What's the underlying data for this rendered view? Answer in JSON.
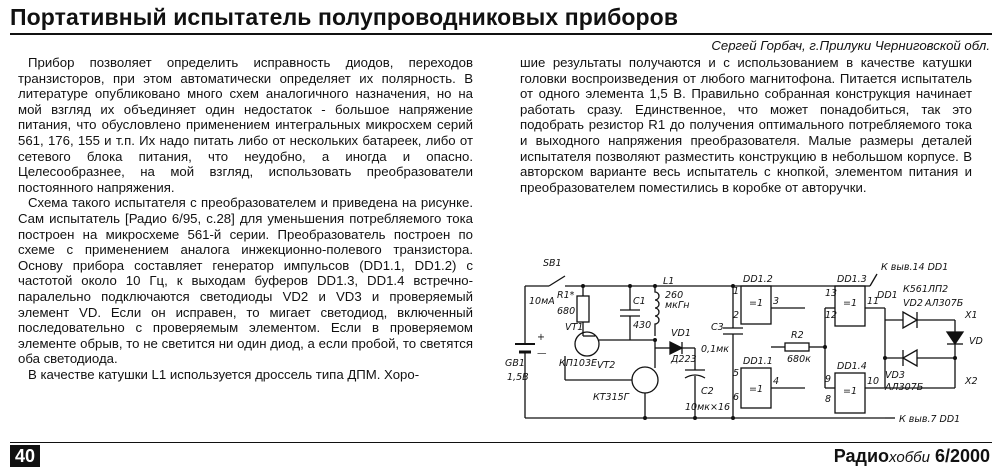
{
  "title": "Портативный испытатель полупроводниковых приборов",
  "author": "Сергей Горбач, г.Прилуки Черниговской обл.",
  "left_column": [
    "Прибор позволяет определить исправность диодов, переходов транзисторов, при этом автоматически определяет их полярность. В литературе опубликовано много схем аналогичного назначения, но на мой взгляд их объединяет один недостаток - большое напряжение питания, что обусловлено применением интегральных микросхем серий 561, 176, 155 и т.п. Их надо питать либо от нескольких батареек, либо от сетевого блока питания, что неудобно, а иногда и опасно. Целесообразнее, на мой взгляд, использовать преобразователи постоянного напряжения.",
    "Схема такого испытателя с преобразователем и приведена на рисунке. Сам испытатель [Радио 6/95, с.28] для уменьшения потребляемого тока построен на микросхеме 561-й серии. Преобразователь построен по схеме с применением аналога инжекционно-полевого транзистора. Основу прибора составляет генератор импульсов (DD1.1, DD1.2) с частотой около 10 Гц, к выходам буферов DD1.3, DD1.4 встречно-паралельно подключаются светодиоды VD2 и VD3 и проверяемый элемент VD. Если он исправен, то мигает светодиод, включенный последовательно с проверяемым элементом. Если в проверяемом элементе обрыв, то не светится ни один диод, а если пробой, то светятся оба светодиода.",
    "В качестве катушки L1 используется дроссель типа ДПМ. Хоро-"
  ],
  "right_column": [
    "шие результаты получаются и с использованием в качестве катушки головки воспроизведения от любого магнитофона. Питается испытатель от одного элемента 1,5 В. Правильно собранная конструкция начинает работать сразу. Единственное, что может понадобиться, так это подобрать резистор R1 до получения оптимального потребляемого тока и выходного напряжения преобразователя. Малые размеры деталей испытателя позволяют разместить конструкцию в небольшом корпусе. В авторском варианте весь испытатель с кнопкой, элементом питания и преобразователем поместились в коробке от авторучки."
  ],
  "schematic": {
    "labels": {
      "sb1": "SB1",
      "current": "10мА",
      "r1": "R1*",
      "r1v": "680",
      "c1": "C1",
      "c1v": "430",
      "l1": "L1",
      "l1v": "260",
      "l1u": "мкГн",
      "vt1": "VT1",
      "vt1t": "КП103Е",
      "vd1": "VD1",
      "vd1t": "Д223",
      "vt2": "VT2",
      "vt2t": "КТ315Г",
      "c3": "C3",
      "c3v": "0,1мк",
      "c2": "C2",
      "c2v": "10мк×16",
      "gb1": "GB1",
      "gb1v": "1,5В",
      "plus": "+",
      "minus": "—",
      "dd12": "DD1.2",
      "dd11": "DD1.1",
      "dd13": "DD1.3",
      "dd14": "DD1.4",
      "gate": "=1",
      "r2": "R2",
      "r2v": "680к",
      "dd1": "DD1",
      "dd1t": "К561ЛП2",
      "vd2": "VD2",
      "vd2t": "АЛ307Б",
      "vd3": "VD3",
      "vd3t": "АЛ307Б",
      "x1": "X1",
      "x2": "X2",
      "vd": "VD",
      "top_note": "К выв.14 DD1",
      "bottom_note": "К выв.7 DD1",
      "p1": "1",
      "p2": "2",
      "p3": "3",
      "p4": "4",
      "p5": "5",
      "p6": "6",
      "p8": "8",
      "p9": "9",
      "p10": "10",
      "p11": "11",
      "p12": "12",
      "p13": "13"
    }
  },
  "footer": {
    "page_number": "40",
    "journal": "Радио",
    "journal_suffix": "хобби",
    "issue": "6/2000"
  }
}
